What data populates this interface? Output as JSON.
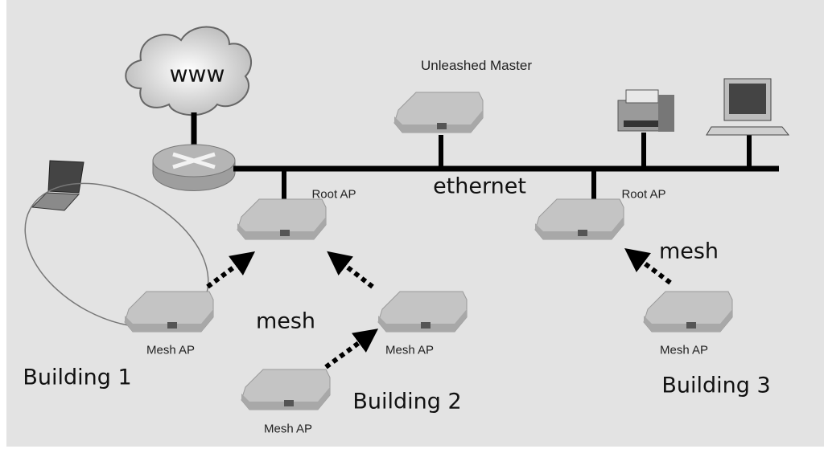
{
  "diagram": {
    "cloud_label": "www",
    "master_label": "Unleashed Master",
    "ethernet_label": "ethernet",
    "root_ap_left_label": "Root AP",
    "root_ap_right_label": "Root AP",
    "mesh_label_left": "mesh",
    "mesh_label_right": "mesh",
    "mesh_ap_b1_label": "Mesh AP",
    "mesh_ap_b2_upper_label": "Mesh AP",
    "mesh_ap_b2_lower_label": "Mesh AP",
    "mesh_ap_b3_label": "Mesh AP",
    "building1": "Building 1",
    "building2": "Building 2",
    "building3": "Building 3"
  },
  "colors": {
    "background": "#e3e3e3",
    "lines": "#000000",
    "device": "#bdbdbd"
  }
}
